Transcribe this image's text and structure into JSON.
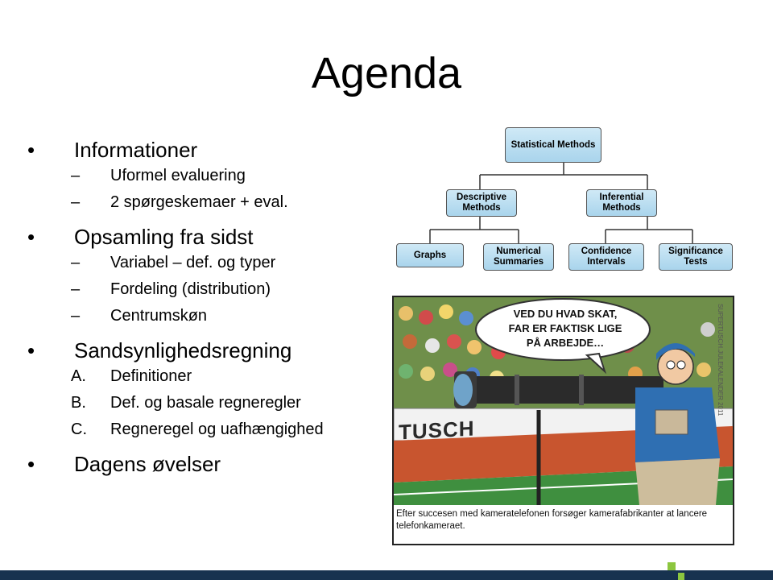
{
  "slide": {
    "title": "Agenda"
  },
  "agenda": {
    "sections": [
      {
        "label": "Informationer",
        "items": [
          {
            "marker": "–",
            "text": "Uformel evaluering"
          },
          {
            "marker": "–",
            "text": "2 spørgeskemaer + eval."
          }
        ]
      },
      {
        "label": "Opsamling fra sidst",
        "items": [
          {
            "marker": "–",
            "text": "Variabel – def. og typer"
          },
          {
            "marker": "–",
            "text": "Fordeling (distribution)"
          },
          {
            "marker": "–",
            "text": "Centrumskøn"
          }
        ]
      },
      {
        "label": "Sandsynlighedsregning",
        "items": [
          {
            "marker": "A.",
            "text": "Definitioner"
          },
          {
            "marker": "B.",
            "text": "Def. og basale regneregler"
          },
          {
            "marker": "C.",
            "text": "Regneregel og uafhængighed"
          }
        ]
      },
      {
        "label": "Dagens øvelser",
        "items": []
      }
    ],
    "bullet": "•"
  },
  "diagram": {
    "root": "Statistical Methods",
    "descriptive": "Descriptive Methods",
    "inferential": "Inferential Methods",
    "graphs": "Graphs",
    "numerical": "Numerical Summaries",
    "confidence": "Confidence Intervals",
    "significance": "Significance Tests",
    "box_color": "#bfe1f3",
    "line_color": "#333333"
  },
  "cartoon": {
    "speech": "VED DU HVAD SKAT, FAR ER FAKTISK LIGE PÅ ARBEJDE…",
    "sign": "TUSCH",
    "side_label": "SUPERTUSCH.JULEKALENDER 2011",
    "caption": "Efter succesen med kameratelefonen forsøger kamerafabrikanter at lancere telefonkameraet."
  },
  "footer": {
    "bar_color": "#17324f",
    "accent_color": "#8cc63f"
  }
}
